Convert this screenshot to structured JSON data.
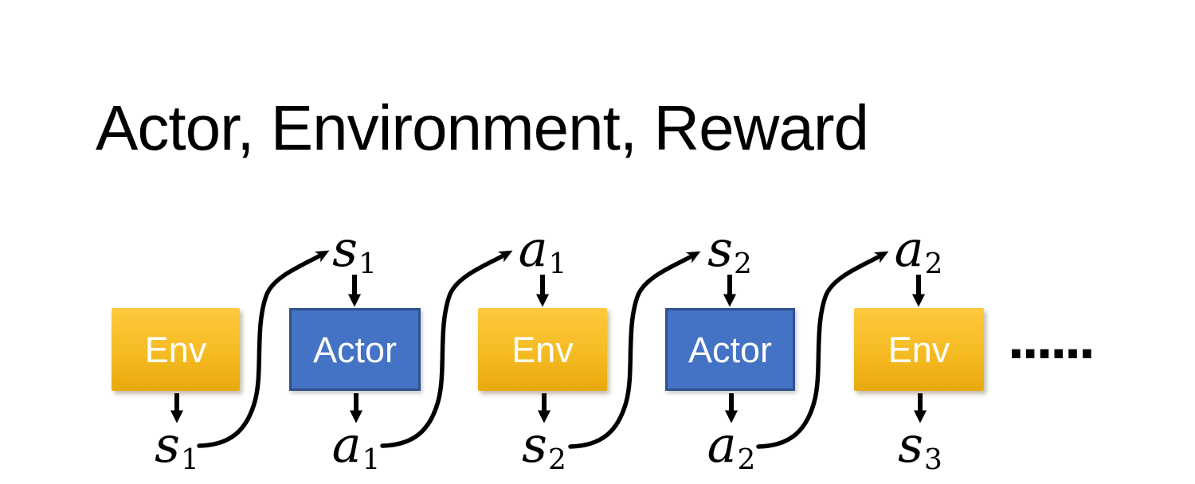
{
  "title": "Actor, Environment, Reward",
  "diagram": {
    "boxes": [
      {
        "label": "Env"
      },
      {
        "label": "Actor"
      },
      {
        "label": "Env"
      },
      {
        "label": "Actor"
      },
      {
        "label": "Env"
      }
    ],
    "top_labels": [
      {
        "var": "s",
        "sub": "1"
      },
      {
        "var": "a",
        "sub": "1"
      },
      {
        "var": "s",
        "sub": "2"
      },
      {
        "var": "a",
        "sub": "2"
      }
    ],
    "bottom_labels": [
      {
        "var": "s",
        "sub": "1"
      },
      {
        "var": "a",
        "sub": "1"
      },
      {
        "var": "s",
        "sub": "2"
      },
      {
        "var": "a",
        "sub": "2"
      },
      {
        "var": "s",
        "sub": "3"
      }
    ],
    "ellipsis": "......",
    "colors": {
      "env_top": "#FFC93F",
      "env_bottom": "#E8A90D",
      "actor_fill": "#4472C4",
      "actor_border": "#2F528F",
      "arrow_color": "#000000",
      "box_text": "#FFFFFF",
      "title_color": "#000000"
    }
  }
}
